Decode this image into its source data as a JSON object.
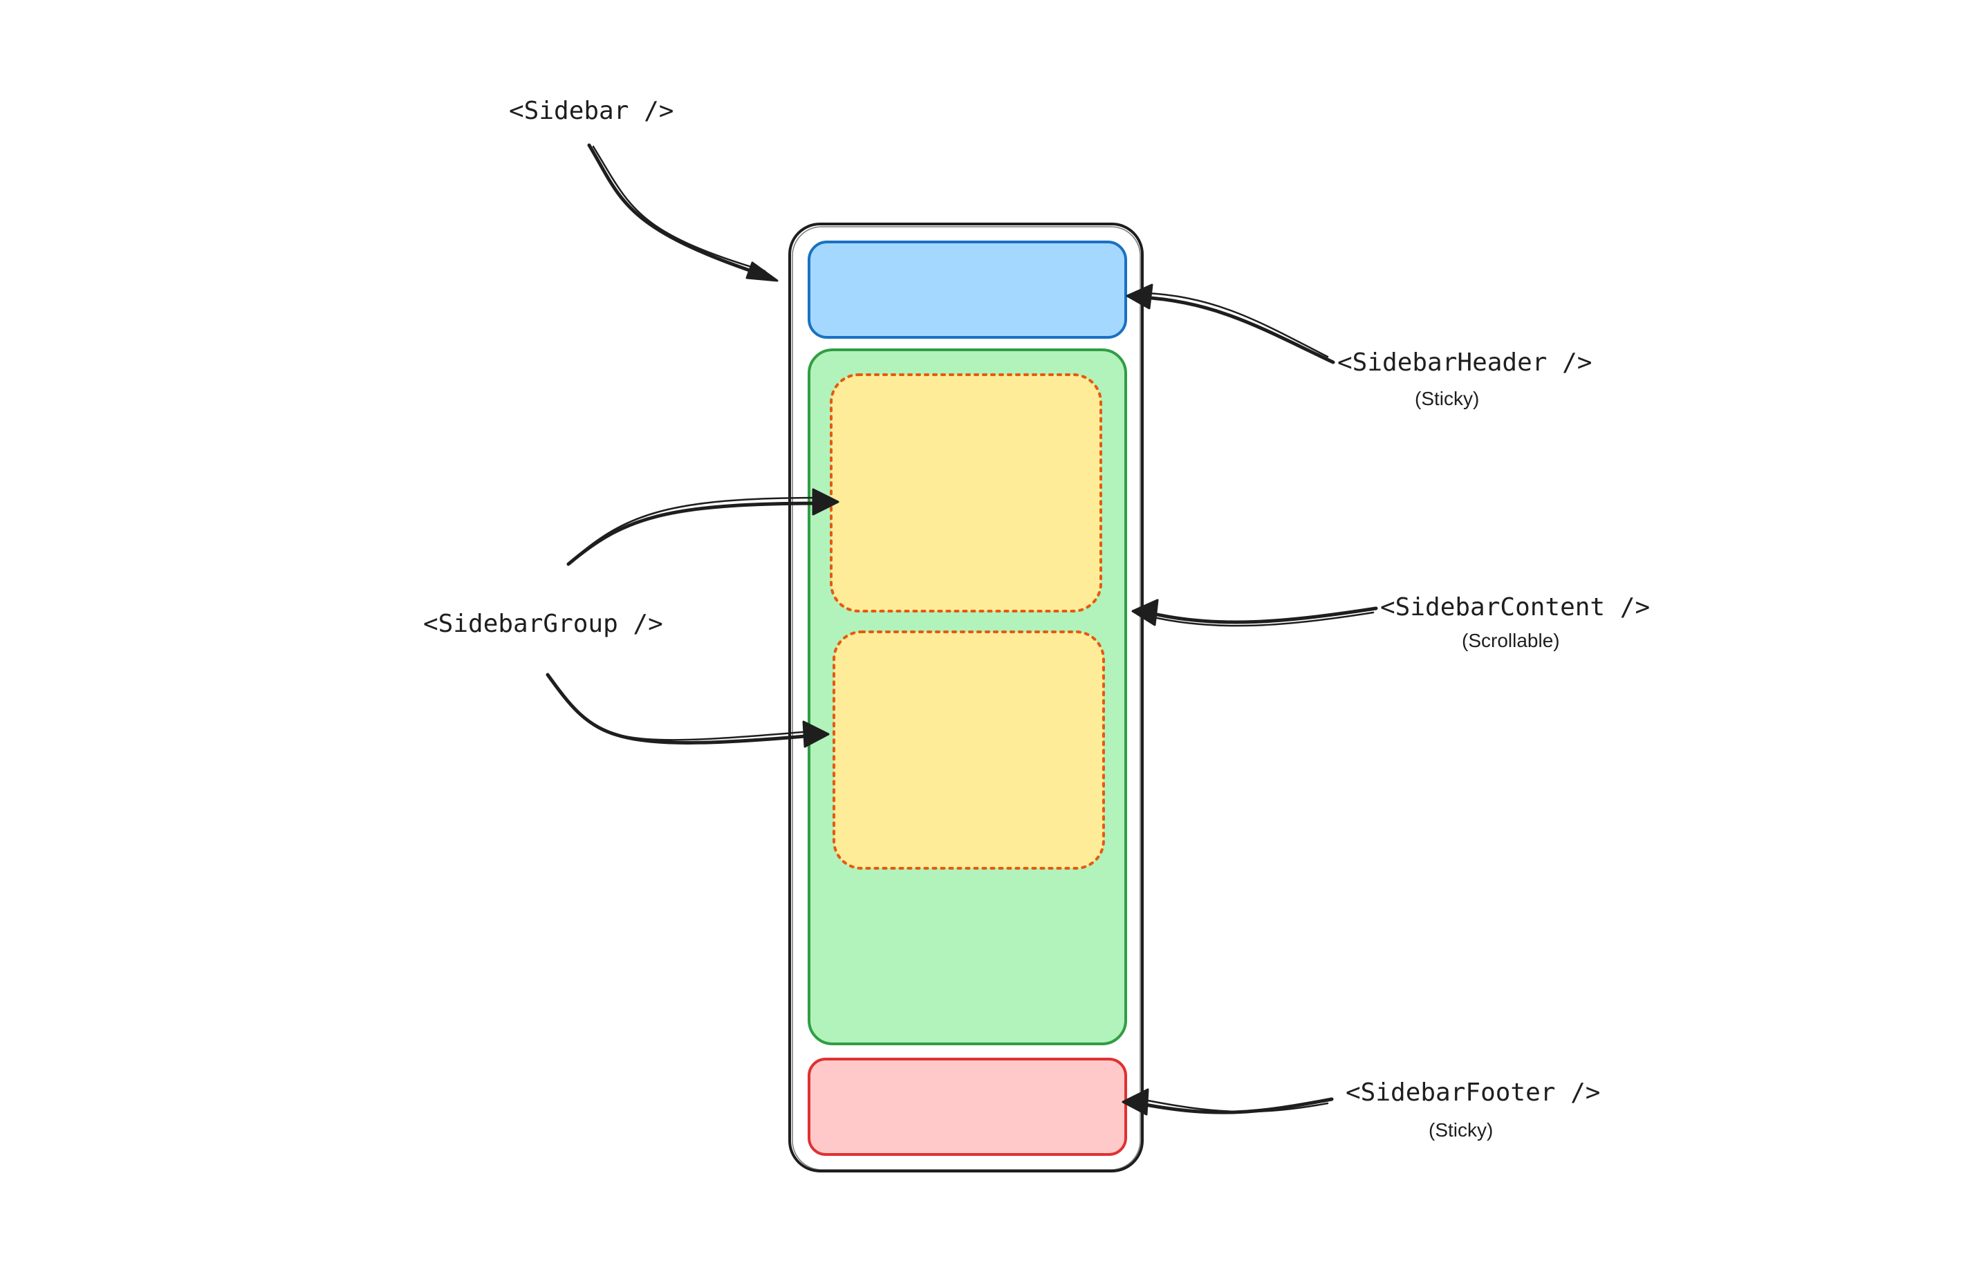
{
  "colors": {
    "outline": "#1e1e1e",
    "header_fill": "#a5d8ff",
    "header_stroke": "#1971c2",
    "content_fill": "#b2f2bb",
    "content_stroke": "#2f9e44",
    "group_fill": "#ffec99",
    "group_stroke": "#e8590c",
    "footer_fill": "#ffc9c9",
    "footer_stroke": "#e03131"
  },
  "labels": {
    "sidebar": "<Sidebar />",
    "sidebar_header": "<SidebarHeader />",
    "sidebar_header_note": "(Sticky)",
    "sidebar_content": "<SidebarContent />",
    "sidebar_content_note": "(Scrollable)",
    "sidebar_group": "<SidebarGroup />",
    "sidebar_footer": "<SidebarFooter />",
    "sidebar_footer_note": "(Sticky)"
  }
}
